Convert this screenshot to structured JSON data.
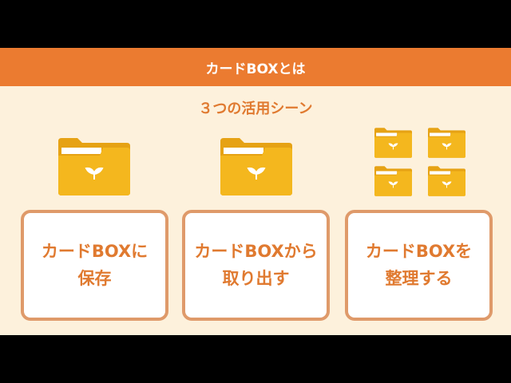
{
  "header": {
    "title": "カードBOXとは"
  },
  "subtitle": "３つの活用シーン",
  "cards": [
    {
      "line1": "カードBOXに",
      "line2": "保存"
    },
    {
      "line1": "カードBOXから",
      "line2": "取り出す"
    },
    {
      "line1": "カードBOXを",
      "line2": "整理する"
    }
  ],
  "colors": {
    "header": "#eb7b30",
    "background": "#fdf1dc",
    "accent_text": "#e07a30",
    "card_border": "#df9a6a",
    "folder": "#f4b71e"
  }
}
